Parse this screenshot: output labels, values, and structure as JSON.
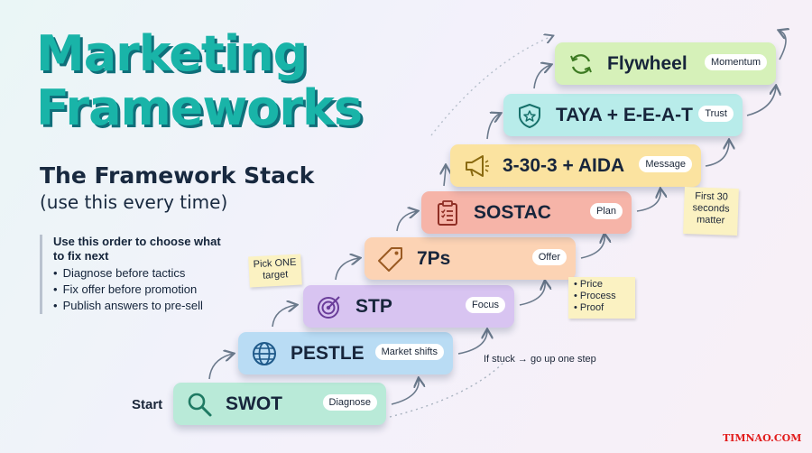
{
  "header": {
    "title_line1": "Marketing",
    "title_line2": "Frameworks",
    "subtitle": "The Framework Stack",
    "subnote": "(use this every time)"
  },
  "usage": {
    "title": "Use this order to choose what to fix next",
    "tips": [
      "Diagnose before tactics",
      "Fix offer before promotion",
      "Publish answers to pre-sell"
    ]
  },
  "start_label": "Start",
  "steps": [
    {
      "name": "SWOT",
      "tag": "Diagnose",
      "icon": "magnifier-icon",
      "color": "#b9ead8"
    },
    {
      "name": "PESTLE",
      "tag": "Market shifts",
      "icon": "globe-icon",
      "color": "#b9dcf4"
    },
    {
      "name": "STP",
      "tag": "Focus",
      "icon": "target-icon",
      "color": "#d8c4f1"
    },
    {
      "name": "7Ps",
      "tag": "Offer",
      "icon": "price-tag-icon",
      "color": "#fcd3b4"
    },
    {
      "name": "SOSTAC",
      "tag": "Plan",
      "icon": "clipboard-checklist-icon",
      "color": "#f6b4a8"
    },
    {
      "name": "3-30-3 + AIDA",
      "tag": "Message",
      "icon": "megaphone-icon",
      "color": "#fbe3a0"
    },
    {
      "name": "TAYA + E-E-A-T",
      "tag": "Trust",
      "icon": "shield-star-icon",
      "color": "#b8ecea"
    },
    {
      "name": "Flywheel",
      "tag": "Momentum",
      "icon": "cycle-arrows-icon",
      "color": "#d6f1b9"
    }
  ],
  "notes": {
    "pick_one": [
      "Pick ONE",
      "target"
    ],
    "first_30": [
      "First 30",
      "seconds",
      "matter"
    ],
    "offer_items": [
      "Price",
      "Process",
      "Proof"
    ],
    "stuck": "If stuck → go up one step"
  },
  "watermark": "TIMNAO.COM",
  "colors": {
    "title": "#19b4a8",
    "title_shadow": "#0f6f7a",
    "accent_text": "#16233a",
    "watermark": "#e21d1d"
  }
}
